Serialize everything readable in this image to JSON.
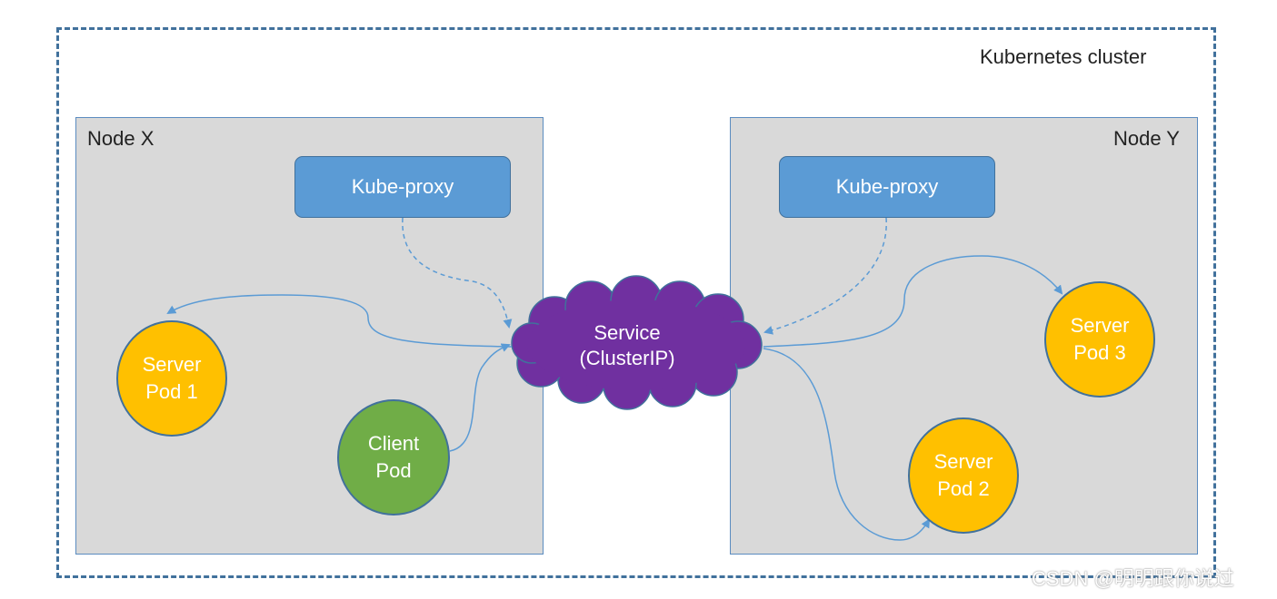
{
  "cluster": {
    "label": "Kubernetes cluster"
  },
  "node_x": {
    "label": "Node X",
    "kube_proxy": "Kube-proxy",
    "server_pod": {
      "line1": "Server",
      "line2": "Pod 1"
    },
    "client_pod": {
      "line1": "Client",
      "line2": "Pod"
    }
  },
  "node_y": {
    "label": "Node Y",
    "kube_proxy": "Kube-proxy",
    "server_pod_3": {
      "line1": "Server",
      "line2": "Pod 3"
    },
    "server_pod_2": {
      "line1": "Server",
      "line2": "Pod 2"
    }
  },
  "service": {
    "line1": "Service",
    "line2": "(ClusterIP)"
  },
  "watermark": "CSDN @明明跟你说过",
  "colors": {
    "node_bg": "#d9d9d9",
    "kube_proxy": "#5b9bd5",
    "server_pod": "#ffc000",
    "client_pod": "#70ad47",
    "service_cloud": "#7030a0",
    "border": "#41719c"
  }
}
